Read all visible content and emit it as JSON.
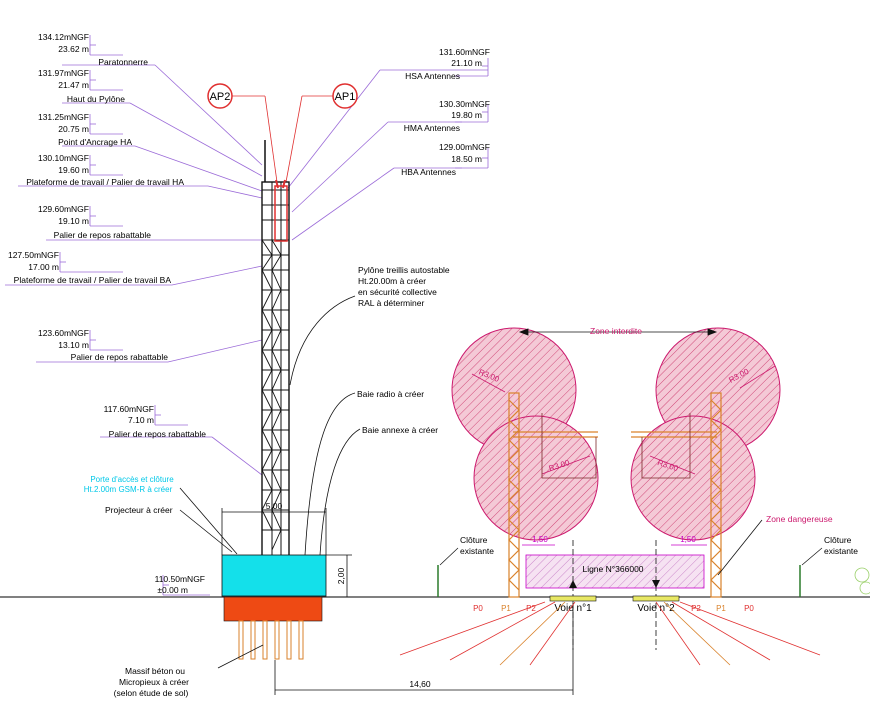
{
  "colors": {
    "leader": "#9b6bd8",
    "antenna_leader": "#e03030",
    "tower": "#111111",
    "tower_orange": "#d9822b",
    "baie": "#14e0ea",
    "massif": "#ee4a14",
    "zone_pink": "#cc1a6e",
    "zone_fill": "#f2c6d3",
    "dimension": "#c800c8",
    "cyan_text": "#00c8e8",
    "rail_red": "#e03030"
  },
  "levels_left": [
    {
      "ngf": "134.12mNGF",
      "height": "23.62 m",
      "label": "Paratonnerre"
    },
    {
      "ngf": "131.97mNGF",
      "height": "21.47 m",
      "label": "Haut du Pylône"
    },
    {
      "ngf": "131.25mNGF",
      "height": "20.75 m",
      "label": "Point d'Ancrage HA"
    },
    {
      "ngf": "130.10mNGF",
      "height": "19.60 m",
      "label": "Plateforme de travail / Palier de travail HA"
    },
    {
      "ngf": "129.60mNGF",
      "height": "19.10 m",
      "label": "Palier de repos rabattable"
    },
    {
      "ngf": "127.50mNGF",
      "height": "17.00 m",
      "label": "Plateforme de travail / Palier de travail BA"
    },
    {
      "ngf": "123.60mNGF",
      "height": "13.10 m",
      "label": "Palier de repos rabattable"
    },
    {
      "ngf": "117.60mNGF",
      "height": "7.10 m",
      "label": "Palier de repos rabattable"
    }
  ],
  "ground_level": {
    "ngf": "110.50mNGF",
    "height": "±0.00 m"
  },
  "levels_right": [
    {
      "ngf": "131.60mNGF",
      "height": "21.10 m",
      "label": "HSA Antennes"
    },
    {
      "ngf": "130.30mNGF",
      "height": "19.80 m",
      "label": "HMA Antennes"
    },
    {
      "ngf": "129.00mNGF",
      "height": "18.50 m",
      "label": "HBA Antennes"
    }
  ],
  "markers": {
    "ap1": "AP1",
    "ap2": "AP2"
  },
  "pylone_lines": [
    "Pylône treillis autostable",
    "Ht.20.00m à créer",
    "en sécurité collective",
    "RAL à déterminer"
  ],
  "baie_radio": "Baie radio à créer",
  "baie_annexe": "Baie annexe à créer",
  "porte_lines": [
    "Porte d'accès et clôture",
    "Ht.2.00m GSM-R à créer"
  ],
  "projecteur": "Projecteur à créer",
  "massif_lines": [
    "Massif béton ou",
    "Micropieux à créer",
    "(selon étude de sol)"
  ],
  "dims": {
    "width_top": "5,00",
    "height_baie": "2,00",
    "distance": "14,60",
    "offset": "1,50"
  },
  "zone_interdite": "Zone interdite",
  "zone_dangereuse": "Zone dangereuse",
  "radius": "R3.00",
  "ligne": "Ligne N°366000",
  "voies": [
    "Voie n°1",
    "Voie n°2"
  ],
  "cloture_lines": [
    "Clôture",
    "existante"
  ],
  "rails_left": [
    "P0",
    "P1",
    "P2"
  ],
  "rails_right": [
    "P2",
    "P1",
    "P0"
  ]
}
